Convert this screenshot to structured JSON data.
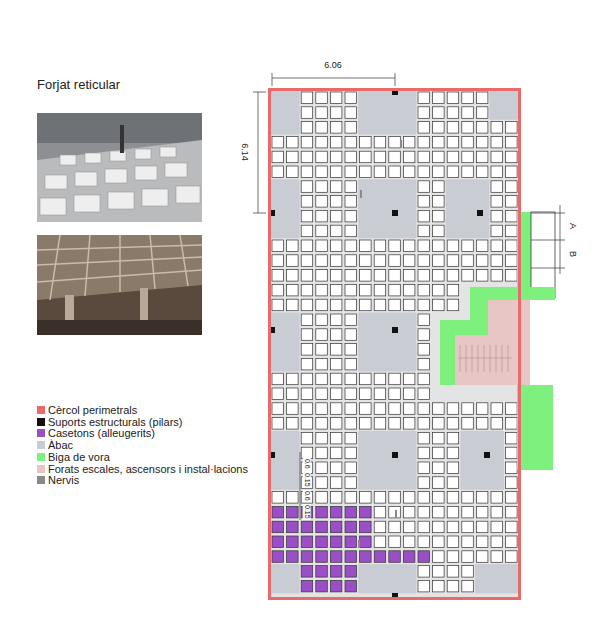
{
  "diagram": {
    "title": "Forjat reticular",
    "labels": [
      "6.06",
      "6.14",
      "A",
      "B",
      "0.6",
      "0.15",
      "0.6",
      "0.15"
    ],
    "legend": [
      {
        "text": "Cèrcol perimetrals",
        "color": "#e86a6a"
      },
      {
        "text": "Suports estructurals (pilars)",
        "color": "#111111"
      },
      {
        "text": "Casetons (alleugerits)",
        "color": "#9b4fc7"
      },
      {
        "text": "Àbac",
        "color": "#c9ccd3"
      },
      {
        "text": "Biga de vora",
        "color": "#7df07d"
      },
      {
        "text": "Forats escales, ascensors i instal·lacions",
        "color": "#e9c6c6"
      },
      {
        "text": "Nervis",
        "color": "#8a8a8a"
      }
    ]
  }
}
